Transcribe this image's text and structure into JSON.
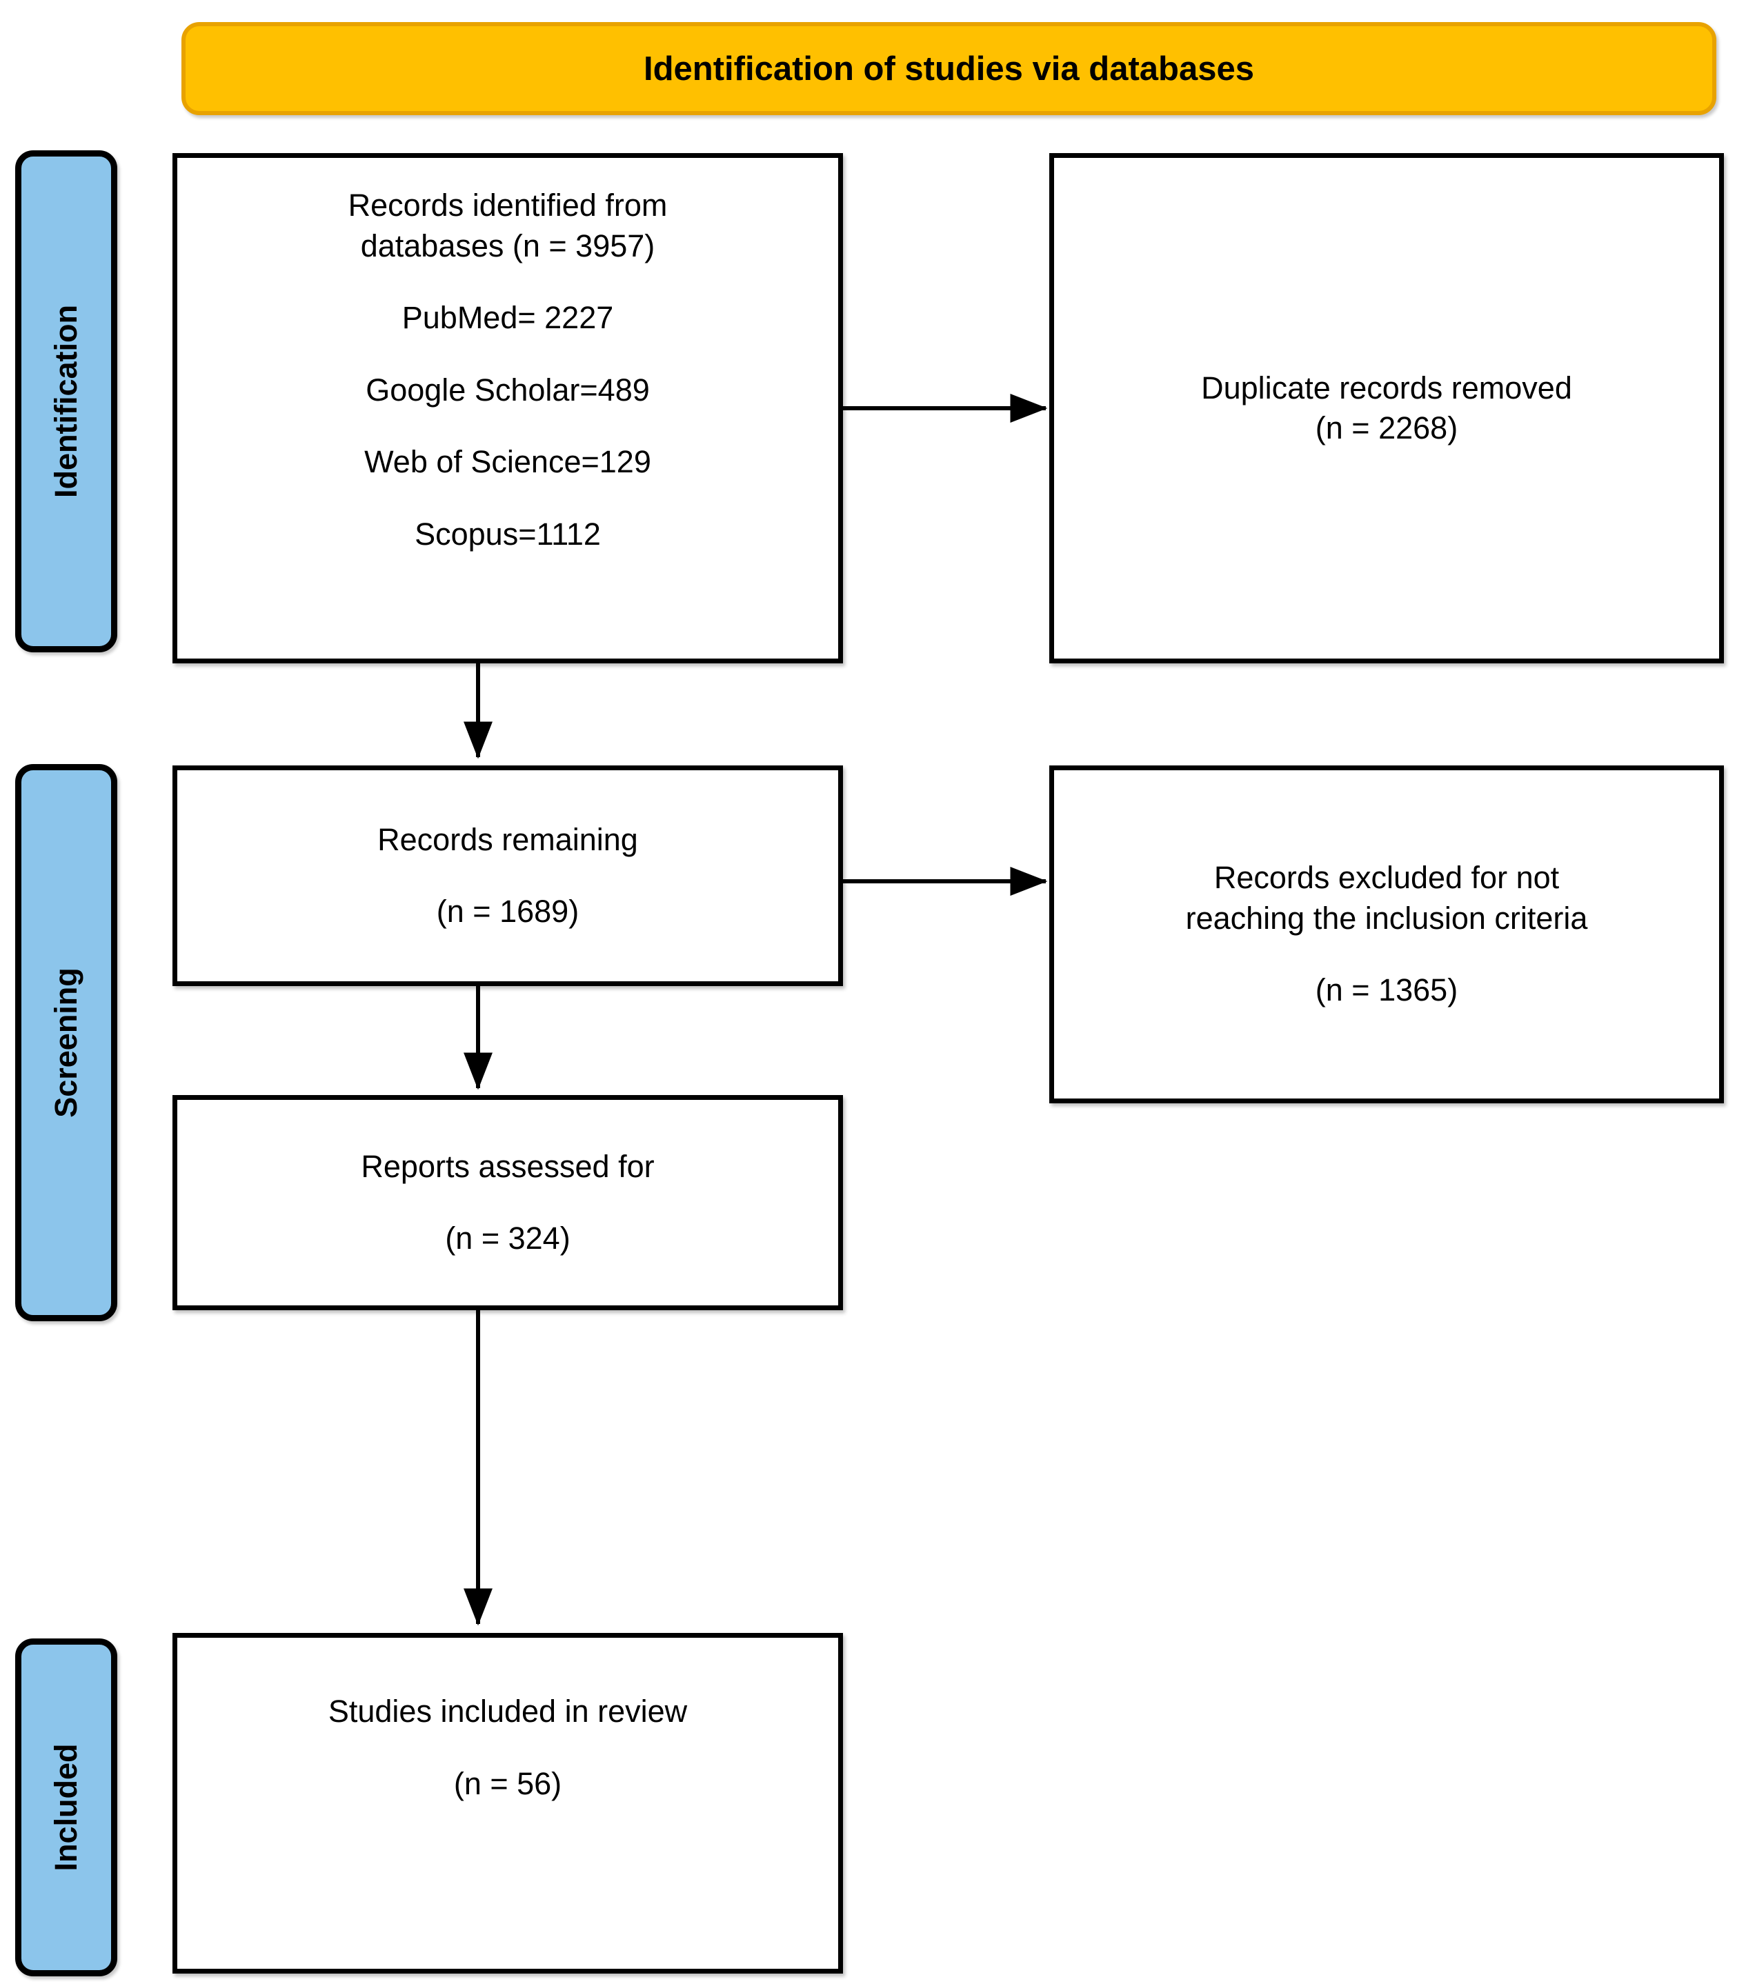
{
  "header": {
    "title": "Identification of studies via databases",
    "accent_color": "#FFC000"
  },
  "stages": [
    {
      "label": "Identification",
      "color": "#8CC5EB"
    },
    {
      "label": "Screening",
      "color": "#8CC5EB"
    },
    {
      "label": "Included",
      "color": "#8CC5EB"
    }
  ],
  "boxes": {
    "records_identified": {
      "line1": "Records identified from",
      "line2": "databases (n = 3957)",
      "source1": "PubMed= 2227",
      "source2": "Google Scholar=489",
      "source3": "Web of Science=129",
      "source4": "Scopus=1112"
    },
    "duplicates_removed": {
      "line1": "Duplicate records removed",
      "line2": "(n = 2268)"
    },
    "records_remaining": {
      "line1": "Records remaining",
      "line2": "(n = 1689)"
    },
    "records_excluded": {
      "line1": "Records excluded for not",
      "line2": "reaching the inclusion criteria",
      "line3": "(n = 1365)"
    },
    "reports_assessed": {
      "line1": "Reports assessed for",
      "line2": "(n = 324)"
    },
    "studies_included": {
      "line1": "Studies included in review",
      "line2": "(n = 56)"
    }
  },
  "chart_data": {
    "type": "diagram",
    "title": "Identification of studies via databases",
    "diagram_kind": "PRISMA flow diagram",
    "stages": [
      "Identification",
      "Screening",
      "Included"
    ],
    "nodes": [
      {
        "id": "records_identified",
        "stage": "Identification",
        "label": "Records identified from databases",
        "n": 3957,
        "breakdown": [
          {
            "source": "PubMed",
            "n": 2227
          },
          {
            "source": "Google Scholar",
            "n": 489
          },
          {
            "source": "Web of Science",
            "n": 129
          },
          {
            "source": "Scopus",
            "n": 1112
          }
        ]
      },
      {
        "id": "duplicates_removed",
        "stage": "Identification",
        "label": "Duplicate records removed",
        "n": 2268
      },
      {
        "id": "records_remaining",
        "stage": "Screening",
        "label": "Records remaining",
        "n": 1689
      },
      {
        "id": "records_excluded",
        "stage": "Screening",
        "label": "Records excluded for not reaching the inclusion criteria",
        "n": 1365
      },
      {
        "id": "reports_assessed",
        "stage": "Screening",
        "label": "Reports assessed for",
        "n": 324
      },
      {
        "id": "studies_included",
        "stage": "Included",
        "label": "Studies included in review",
        "n": 56
      }
    ],
    "edges": [
      {
        "from": "records_identified",
        "to": "duplicates_removed",
        "direction": "right"
      },
      {
        "from": "records_identified",
        "to": "records_remaining",
        "direction": "down"
      },
      {
        "from": "records_remaining",
        "to": "records_excluded",
        "direction": "right"
      },
      {
        "from": "records_remaining",
        "to": "reports_assessed",
        "direction": "down"
      },
      {
        "from": "reports_assessed",
        "to": "studies_included",
        "direction": "down"
      }
    ]
  }
}
